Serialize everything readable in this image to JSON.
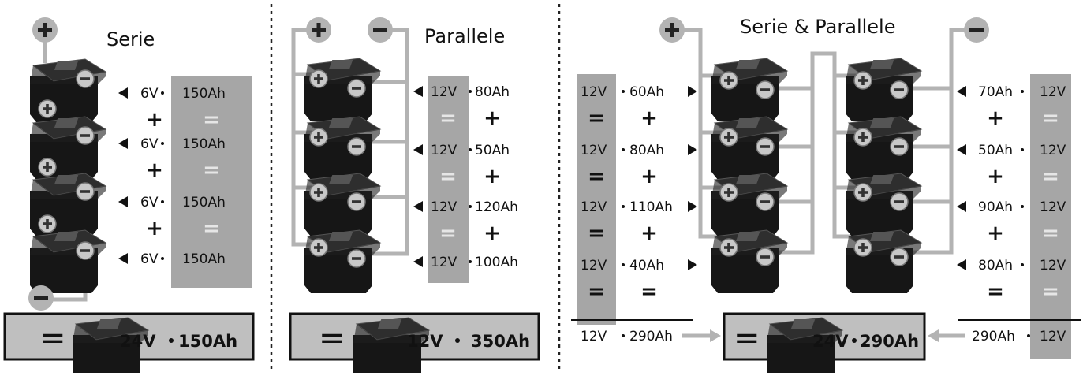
{
  "series": {
    "title": "Serie",
    "rows": [
      {
        "volt": "6V",
        "amp": "150Ah",
        "eq": "="
      },
      {
        "volt": "6V",
        "amp": "150Ah",
        "eq": "="
      },
      {
        "volt": "6V",
        "amp": "150Ah",
        "eq": "="
      },
      {
        "volt": "6V",
        "amp": "150Ah"
      }
    ],
    "plus": "+",
    "result_eq": "=",
    "result_volt": "24V",
    "result_amp": "150Ah"
  },
  "parallel": {
    "title": "Parallele",
    "rows": [
      {
        "volt": "12V",
        "amp": "80Ah",
        "eq": "="
      },
      {
        "volt": "12V",
        "amp": "50Ah",
        "eq": "="
      },
      {
        "volt": "12V",
        "amp": "120Ah",
        "eq": "="
      },
      {
        "volt": "12V",
        "amp": "100Ah"
      }
    ],
    "plus": "+",
    "result_eq": "=",
    "result_volt": "12V",
    "result_amp": "350Ah"
  },
  "serie_parallel": {
    "title": "Serie & Parallele",
    "left_rows": [
      {
        "volt": "12V",
        "amp": "60Ah"
      },
      {
        "volt": "12V",
        "amp": "80Ah"
      },
      {
        "volt": "12V",
        "amp": "110Ah"
      },
      {
        "volt": "12V",
        "amp": "40Ah"
      }
    ],
    "right_rows": [
      {
        "amp": "70Ah",
        "volt": "12V"
      },
      {
        "amp": "50Ah",
        "volt": "12V"
      },
      {
        "amp": "90Ah",
        "volt": "12V"
      },
      {
        "amp": "80Ah",
        "volt": "12V"
      }
    ],
    "plus": "+",
    "eq": "=",
    "left_total": {
      "volt": "12V",
      "amp": "290Ah"
    },
    "right_total": {
      "amp": "290Ah",
      "volt": "12V"
    },
    "result_eq": "=",
    "result_volt": "24V",
    "result_amp": "290Ah"
  },
  "terminals": {
    "plus": "+",
    "minus": "−"
  },
  "colors": {
    "battery": "#1a1a1a",
    "battery_top": "#3a3a3a",
    "wire": "#b3b3b3",
    "column": "#a6a6a6",
    "result_box": "#bfbfbf"
  }
}
